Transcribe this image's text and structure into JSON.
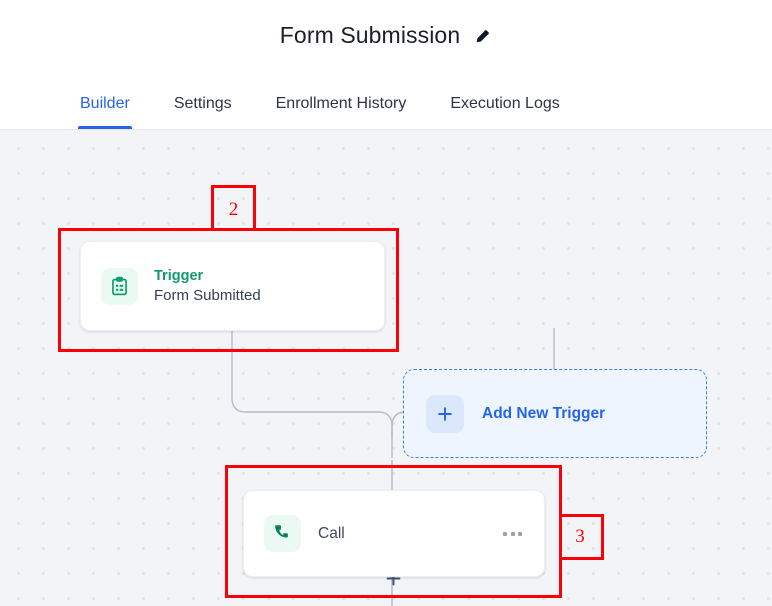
{
  "header": {
    "title": "Form Submission",
    "edit_icon": "pencil-edit-icon"
  },
  "tabs": [
    {
      "label": "Builder",
      "active": true
    },
    {
      "label": "Settings",
      "active": false
    },
    {
      "label": "Enrollment History",
      "active": false
    },
    {
      "label": "Execution Logs",
      "active": false
    }
  ],
  "canvas": {
    "trigger_node": {
      "icon": "clipboard-list-icon",
      "kind": "Trigger",
      "label": "Form Submitted"
    },
    "add_trigger": {
      "icon": "plus-icon",
      "label": "Add New Trigger"
    },
    "connector_plus": {
      "icon": "plus-icon"
    },
    "action_node": {
      "icon": "phone-call-icon",
      "label": "Call",
      "menu_icon": "ellipsis-horizontal-icon"
    }
  },
  "annotations": [
    {
      "number": "2",
      "target": "trigger-node-region"
    },
    {
      "number": "3",
      "target": "call-node-region"
    }
  ],
  "colors": {
    "accent_blue": "#2563eb",
    "trigger_green": "#13986c",
    "annotation_red": "#fb0007",
    "canvas_bg": "#f2f4f7"
  }
}
